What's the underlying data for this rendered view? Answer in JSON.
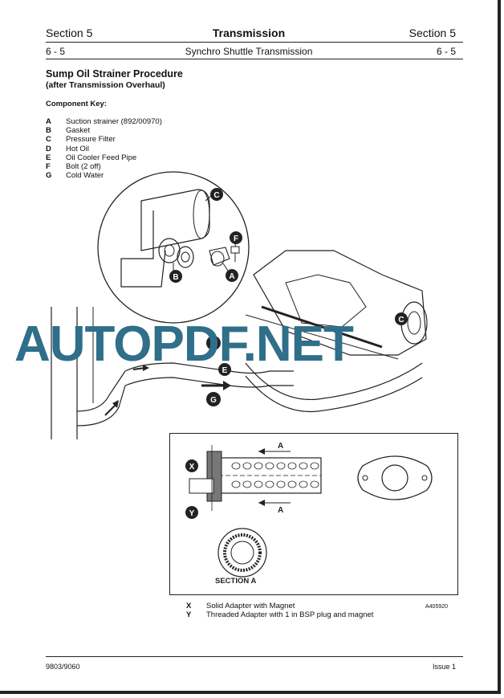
{
  "header": {
    "section_left": "Section 5",
    "title": "Transmission",
    "section_right": "Section 5",
    "page_left": "6 - 5",
    "subtitle": "Synchro Shuttle Transmission",
    "page_right": "6 - 5"
  },
  "content": {
    "title": "Sump Oil Strainer Procedure",
    "subtitle": "(after Transmission Overhaul)",
    "key_heading": "Component Key:",
    "key": [
      {
        "letter": "A",
        "text": "Suction strainer (892/00970)"
      },
      {
        "letter": "B",
        "text": "Gasket"
      },
      {
        "letter": "C",
        "text": "Pressure Filter"
      },
      {
        "letter": "D",
        "text": "Hot Oil"
      },
      {
        "letter": "E",
        "text": "Oil Cooler Feed Pipe"
      },
      {
        "letter": "F",
        "text": "Bolt (2 off)"
      },
      {
        "letter": "G",
        "text": "Cold Water"
      }
    ]
  },
  "watermark": "AUTOPDF.NET",
  "detail": {
    "section_marker": "A",
    "callout_x": "X",
    "callout_y": "Y",
    "section_label": "SECTION  A",
    "legend": [
      {
        "letter": "X",
        "text": "Solid Adapter with Magnet"
      },
      {
        "letter": "Y",
        "text": "Threaded Adapter with 1 in BSP plug and magnet"
      }
    ],
    "ref_code": "A405920"
  },
  "footer": {
    "doc_number": "9803/9060",
    "issue": "Issue 1"
  }
}
